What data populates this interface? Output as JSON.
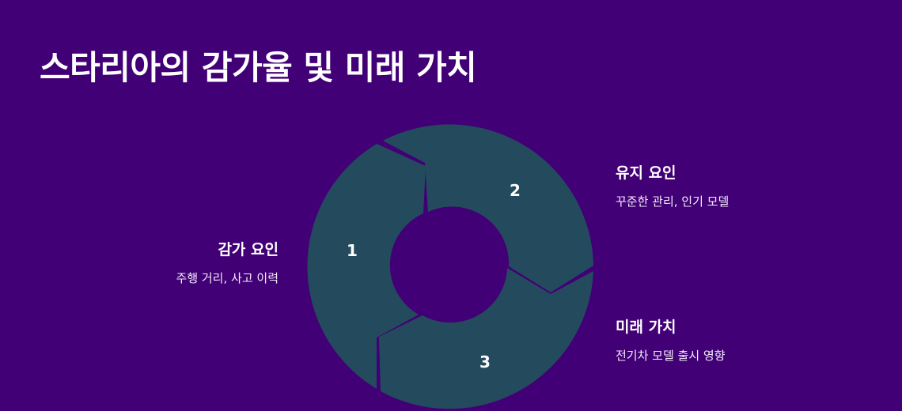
{
  "title": "스타리아의 감가율 및 미래 가치",
  "colors": {
    "background": "#420077",
    "segment_fill": "#244A5E",
    "text": "#FFFFFF"
  },
  "cycle": {
    "segments": [
      {
        "number": "1",
        "heading": "감가 요인",
        "description": "주행 거리, 사고 이력"
      },
      {
        "number": "2",
        "heading": "유지 요인",
        "description": "꾸준한 관리, 인기 모델"
      },
      {
        "number": "3",
        "heading": "미래 가치",
        "description": "전기차 모델 출시 영향"
      }
    ]
  }
}
